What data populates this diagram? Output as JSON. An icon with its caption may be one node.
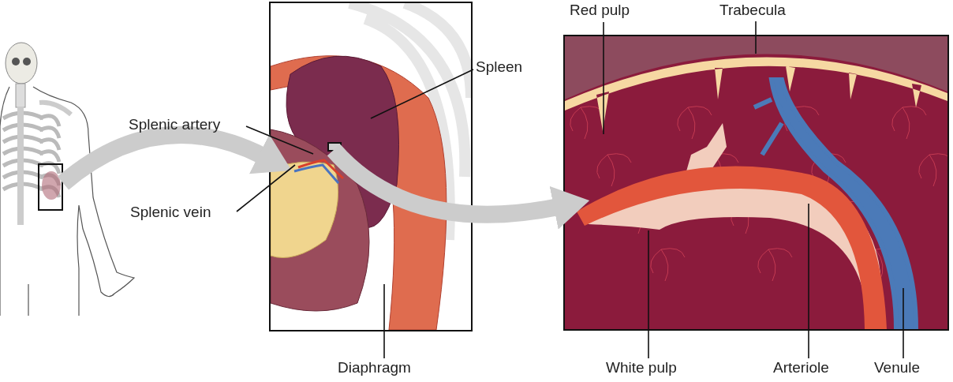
{
  "diagram": {
    "nodes": [
      {
        "text": [],
        "shape": "picture"
      },
      {
        "text": [],
        "shape": "box",
        "in": 0
      },
      {
        "text": [],
        "shape": "picture"
      },
      {
        "text": [],
        "shape": "box",
        "in": 2
      },
      {
        "text": [
          "Splenic artery"
        ]
      },
      {
        "text": [
          "Spleen"
        ]
      },
      {
        "text": [
          "Splenic vein"
        ]
      },
      {
        "text": [
          "Diaphragm"
        ]
      },
      {
        "text": [],
        "shape": "picture"
      },
      {
        "text": [
          "Red pulp"
        ]
      },
      {
        "text": [
          "Trabecula"
        ]
      },
      {
        "text": [
          "White pulp"
        ]
      },
      {
        "text": [
          "Arteriole"
        ]
      },
      {
        "text": [
          "Venule"
        ]
      }
    ],
    "edges": [
      {
        "from": 1,
        "to": 2,
        "arrow": "to",
        "style": "thick",
        "color": "#cccccc"
      },
      {
        "from": 3,
        "to": 8,
        "arrow": "to",
        "style": "thick",
        "color": "#cccccc"
      },
      {
        "from": 4,
        "to": 2,
        "arrow": "none"
      },
      {
        "from": 5,
        "to": 2,
        "arrow": "none"
      },
      {
        "from": 6,
        "to": 2,
        "arrow": "none"
      },
      {
        "from": 7,
        "to": 2,
        "arrow": "none"
      },
      {
        "from": 9,
        "to": 8,
        "arrow": "none"
      },
      {
        "from": 10,
        "to": 8,
        "arrow": "none"
      },
      {
        "from": 11,
        "to": 8,
        "arrow": "none"
      },
      {
        "from": 12,
        "to": 8,
        "arrow": "none"
      },
      {
        "from": 13,
        "to": 8,
        "arrow": "none"
      }
    ]
  }
}
